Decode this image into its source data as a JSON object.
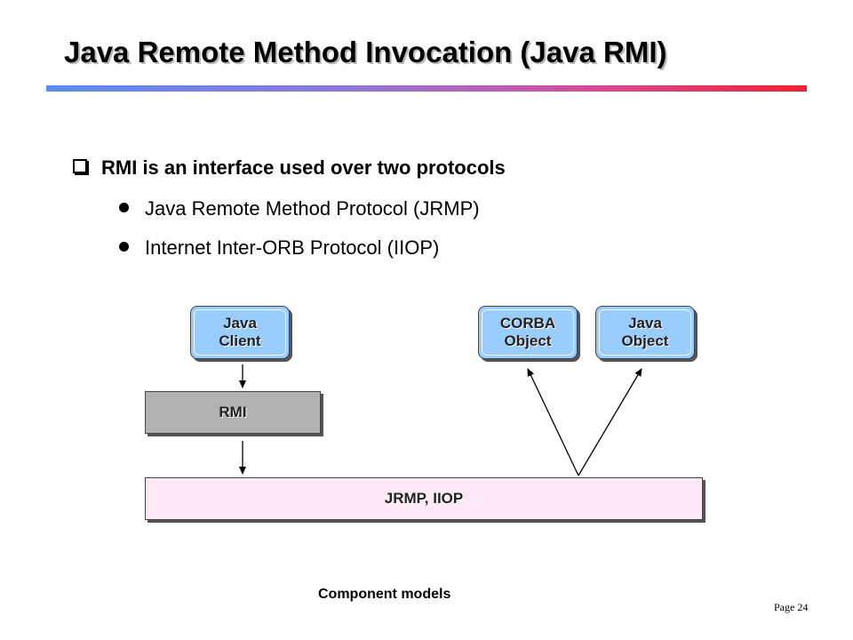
{
  "title": "Java Remote Method Invocation (Java RMI)",
  "heading": "RMI is an interface used over two protocols",
  "bullets": [
    "Java Remote Method Protocol (JRMP)",
    "Internet Inter-ORB Protocol (IIOP)"
  ],
  "diagram": {
    "java_client": "Java\nClient",
    "corba_object": "CORBA\nObject",
    "java_object": "Java\nObject",
    "rmi": "RMI",
    "protocols": "JRMP, IIOP"
  },
  "caption": "Component models",
  "page_label": "Page 24",
  "colors": {
    "node_fill": "#99ccff",
    "rmi_fill": "#b2b2b2",
    "protocol_fill": "#fde9f5",
    "rule_start": "#5b8ef0",
    "rule_end": "#ee2233"
  }
}
